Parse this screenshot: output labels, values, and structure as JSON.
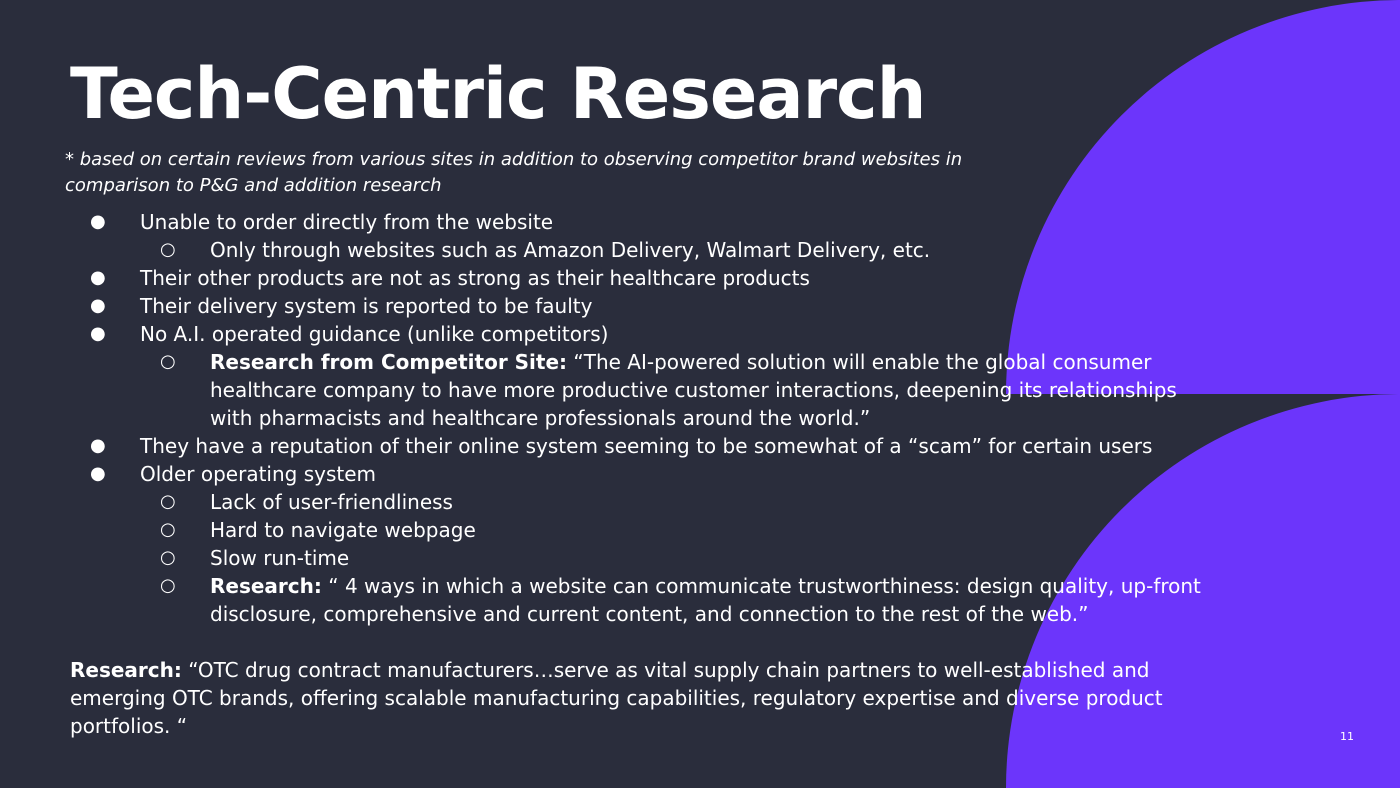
{
  "slide": {
    "title": "Tech-Centric Research",
    "subtitle": "* based on certain reviews from various sites in addition to observing competitor brand websites in comparison to P&G and addition research",
    "page_number": "11",
    "colors": {
      "background": "#2a2d3c",
      "accent": "#6c35fb",
      "text": "#ffffff"
    }
  },
  "bullets": [
    {
      "level": 1,
      "text": "Unable to order directly from the website"
    },
    {
      "level": 2,
      "text": "Only through websites such as Amazon Delivery, Walmart Delivery, etc."
    },
    {
      "level": 1,
      "text": "Their other products are not as strong as their healthcare products"
    },
    {
      "level": 1,
      "text": "Their delivery system is reported to be faulty"
    },
    {
      "level": 1,
      "text": "No A.I. operated guidance (unlike competitors)"
    },
    {
      "level": 2,
      "bold": "Research from Competitor Site:",
      "text": " “The AI-powered solution will enable the global consumer healthcare company to have more productive customer interactions, deepening its relationships with pharmacists and healthcare professionals around the world.”"
    },
    {
      "level": 1,
      "text": "They have a reputation of their online system seeming to be somewhat of a “scam” for certain users"
    },
    {
      "level": 1,
      "text": "Older operating system"
    },
    {
      "level": 2,
      "text": "Lack of user-friendliness"
    },
    {
      "level": 2,
      "text": "Hard to navigate webpage"
    },
    {
      "level": 2,
      "text": "Slow run-time"
    },
    {
      "level": 2,
      "bold": "Research:",
      "text": " “ 4 ways in which a website can communicate trustworthiness: design quality, up-front disclosure, comprehensive and current content, and connection to the rest of the web.”"
    }
  ],
  "markers": {
    "level1": "●",
    "level2": "○"
  },
  "footer_research": {
    "label": "Research:",
    "text": " “OTC drug contract manufacturers…serve as vital supply chain partners to well-established and emerging OTC brands, offering scalable manufacturing capabilities, regulatory expertise and diverse product portfolios. “"
  }
}
